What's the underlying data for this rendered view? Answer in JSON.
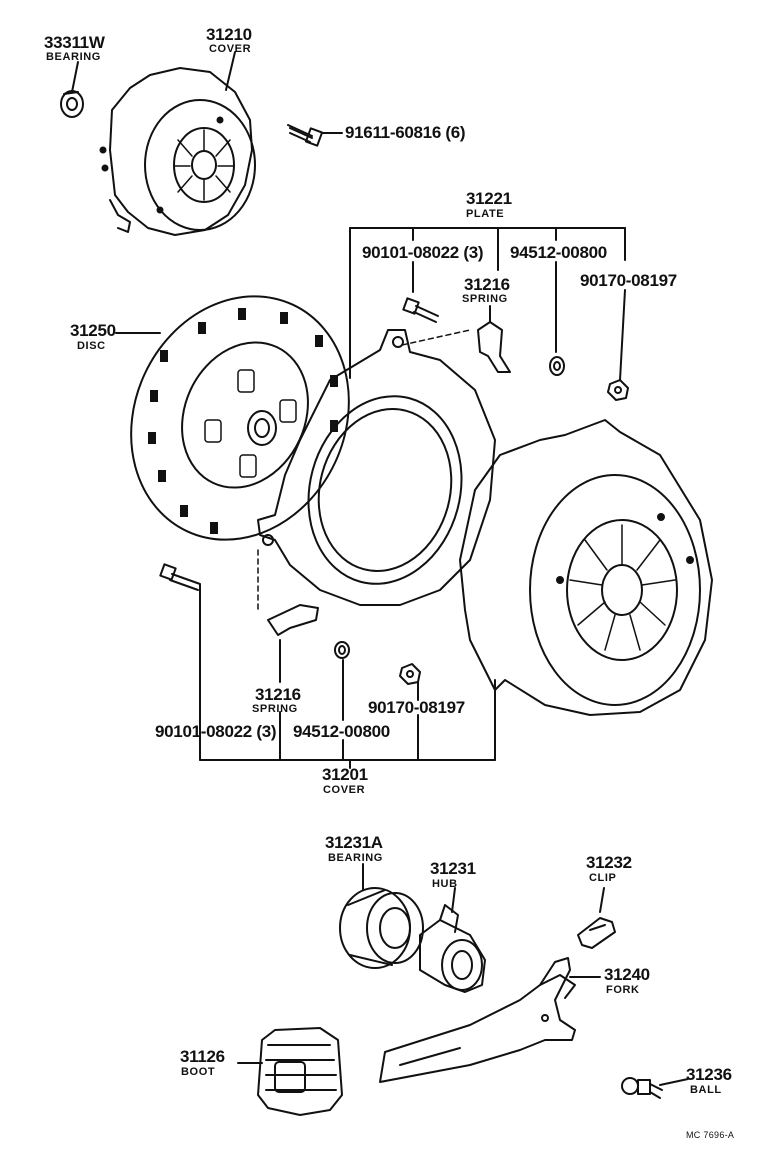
{
  "labels": {
    "bearing_top": {
      "num": "33311W",
      "sub": "BEARING"
    },
    "cover_top": {
      "num": "31210",
      "sub": "COVER"
    },
    "bolt_top": {
      "num": "91611-60816 (6)"
    },
    "plate": {
      "num": "31221",
      "sub": "PLATE"
    },
    "bolt_plate": {
      "num": "90101-08022 (3)"
    },
    "washer_plate": {
      "num": "94512-00800"
    },
    "spring_plate": {
      "num": "31216",
      "sub": "SPRING"
    },
    "nut_plate": {
      "num": "90170-08197"
    },
    "disc": {
      "num": "31250",
      "sub": "DISC"
    },
    "spring_lower": {
      "num": "31216",
      "sub": "SPRING"
    },
    "bolt_lower": {
      "num": "90101-08022 (3)"
    },
    "washer_lower": {
      "num": "94512-00800"
    },
    "nut_lower": {
      "num": "90170-08197"
    },
    "cover_lower": {
      "num": "31201",
      "sub": "COVER"
    },
    "release_bearing": {
      "num": "31231A",
      "sub": "BEARING"
    },
    "hub": {
      "num": "31231",
      "sub": "HUB"
    },
    "clip": {
      "num": "31232",
      "sub": "CLIP"
    },
    "fork": {
      "num": "31240",
      "sub": "FORK"
    },
    "boot": {
      "num": "31126",
      "sub": "BOOT"
    },
    "ball": {
      "num": "31236",
      "sub": "BALL"
    }
  },
  "reference": "MC 7696-A"
}
